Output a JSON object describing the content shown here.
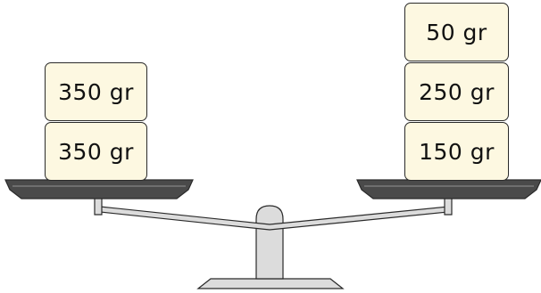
{
  "scale": {
    "left_pan": {
      "weights": [
        {
          "label": "350 gr"
        },
        {
          "label": "350 gr"
        }
      ]
    },
    "right_pan": {
      "weights": [
        {
          "label": "50 gr"
        },
        {
          "label": "250 gr"
        },
        {
          "label": "150 gr"
        }
      ]
    }
  },
  "colors": {
    "weight_fill": "#fdf8e1",
    "outline": "#2a2a2a",
    "pan_dark": "#4a4a4a",
    "scale_light": "#dcdcdc"
  }
}
